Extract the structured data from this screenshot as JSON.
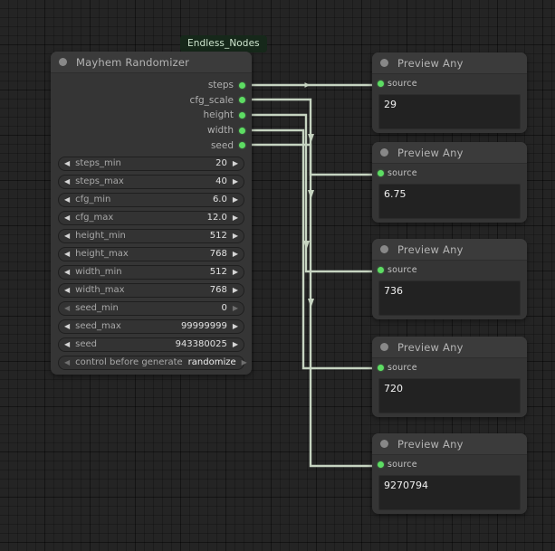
{
  "canvas": {
    "background_color": "#242424",
    "grid_color": "#1d1d1d",
    "link_color": "#c6d4c1"
  },
  "group": {
    "label": "Endless_Nodes",
    "badge_bg": "#16281a",
    "badge_text_color": "#cfe6cf"
  },
  "randomizer_node": {
    "title": "Mayhem Randomizer",
    "collapse_icon": "circle-dot-icon",
    "outputs": [
      {
        "label": "steps"
      },
      {
        "label": "cfg_scale"
      },
      {
        "label": "height"
      },
      {
        "label": "width"
      },
      {
        "label": "seed"
      }
    ],
    "widgets": [
      {
        "name": "steps_min",
        "value": "20",
        "type": "number"
      },
      {
        "name": "steps_max",
        "value": "40",
        "type": "number"
      },
      {
        "name": "cfg_min",
        "value": "6.0",
        "type": "number"
      },
      {
        "name": "cfg_max",
        "value": "12.0",
        "type": "number"
      },
      {
        "name": "height_min",
        "value": "512",
        "type": "number"
      },
      {
        "name": "height_max",
        "value": "768",
        "type": "number"
      },
      {
        "name": "width_min",
        "value": "512",
        "type": "number"
      },
      {
        "name": "width_max",
        "value": "768",
        "type": "number"
      },
      {
        "name": "seed_min",
        "value": "0",
        "type": "number"
      },
      {
        "name": "seed_max",
        "value": "99999999",
        "type": "number"
      },
      {
        "name": "seed",
        "value": "943380025",
        "type": "number"
      },
      {
        "name": "control before generate",
        "value": "randomize",
        "type": "combo"
      }
    ],
    "arrows": {
      "left": "◀",
      "right": "▶"
    }
  },
  "preview_nodes": [
    {
      "title": "Preview Any",
      "input_label": "source",
      "value": "29"
    },
    {
      "title": "Preview Any",
      "input_label": "source",
      "value": "6.75"
    },
    {
      "title": "Preview Any",
      "input_label": "source",
      "value": "736"
    },
    {
      "title": "Preview Any",
      "input_label": "source",
      "value": "720"
    },
    {
      "title": "Preview Any",
      "input_label": "source",
      "value": "9270794"
    }
  ],
  "links": [
    {
      "from": "steps",
      "to": "preview-1-source"
    },
    {
      "from": "cfg_scale",
      "to": "preview-2-source"
    },
    {
      "from": "height",
      "to": "preview-3-source"
    },
    {
      "from": "width",
      "to": "preview-4-source"
    },
    {
      "from": "seed",
      "to": "preview-5-source"
    }
  ]
}
